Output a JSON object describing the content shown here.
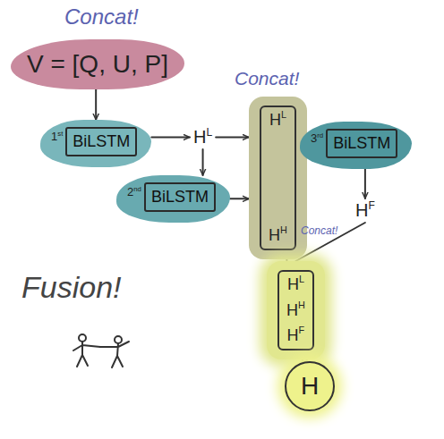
{
  "diagram": {
    "nodes": [
      {
        "text": [
          "V = [Q, U, P]"
        ]
      },
      {
        "text": [
          "1st",
          "BiLSTM"
        ]
      },
      {
        "text": [
          "HL"
        ]
      },
      {
        "text": [
          "2nd",
          "BiLSTM"
        ]
      },
      {
        "text": [
          "HL",
          "HH"
        ]
      },
      {
        "text": [
          "3rd",
          "BiLSTM"
        ]
      },
      {
        "text": [
          "HF"
        ]
      },
      {
        "text": [
          "HL",
          "HH",
          "HF"
        ]
      },
      {
        "text": [
          "H"
        ]
      }
    ],
    "edges": [
      {
        "from": 0,
        "to": 1,
        "arrow": "to"
      },
      {
        "from": 1,
        "to": 2,
        "arrow": "to"
      },
      {
        "from": 2,
        "to": 4,
        "arrow": "to"
      },
      {
        "from": 2,
        "to": 3,
        "arrow": "to"
      },
      {
        "from": 3,
        "to": 4,
        "arrow": "to"
      },
      {
        "from": 4,
        "to": 5,
        "arrow": "to"
      },
      {
        "from": 5,
        "to": 6,
        "arrow": "to"
      },
      {
        "from": 4,
        "to": 7,
        "arrow": "none"
      },
      {
        "from": 6,
        "to": 7,
        "arrow": "none"
      },
      {
        "from": 7,
        "to": 8,
        "arrow": "none"
      }
    ],
    "labels": [
      "Concat!",
      "Concat!",
      "Concat!",
      "Fusion!"
    ]
  }
}
